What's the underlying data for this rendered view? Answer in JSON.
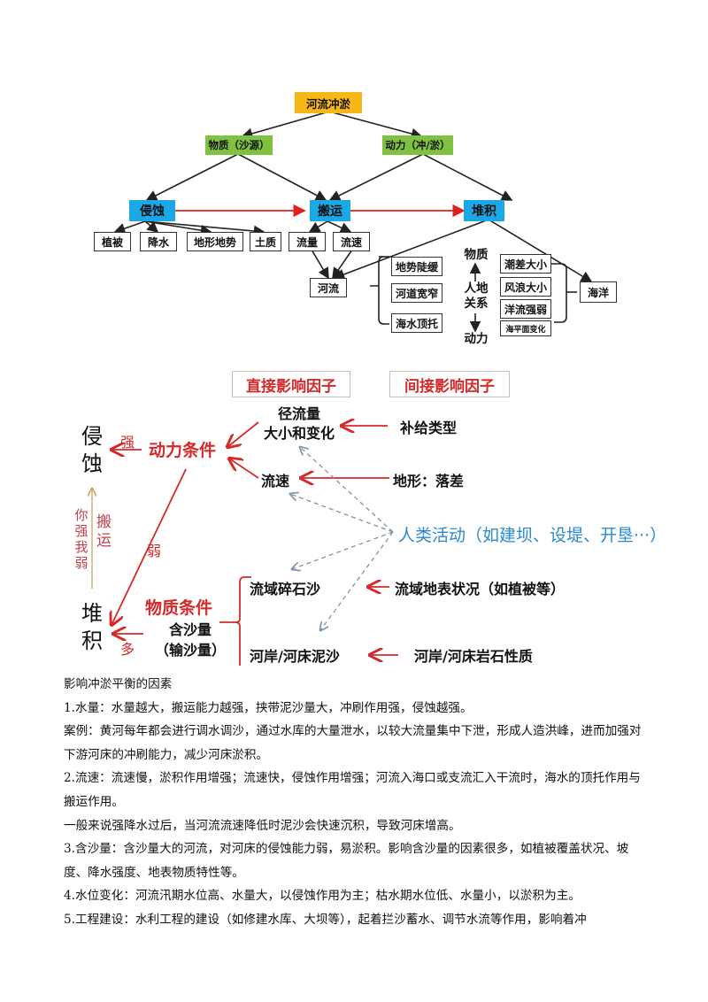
{
  "diagram1": {
    "root": "河流冲淤",
    "level2": {
      "material": "物质（沙源）",
      "dynamic": "动力（冲/淤）"
    },
    "level3": {
      "erosion": "侵蚀",
      "transport": "搬运",
      "deposition": "堆积"
    },
    "erosion_factors": [
      "植被",
      "降水",
      "地形地势",
      "土质"
    ],
    "transport_factors": [
      "流量",
      "流速"
    ],
    "river": "河流",
    "river_factors": [
      "地势陡缓",
      "河道宽窄",
      "海水顶托"
    ],
    "human_land": {
      "top": "物质",
      "center": "人地\n关系",
      "center_l1": "人地",
      "center_l2": "关系",
      "bottom": "动力"
    },
    "ocean_factors": [
      "潮差大小",
      "风浪大小",
      "洋流强弱",
      "海平面变化"
    ],
    "ocean": "海洋"
  },
  "diagram2": {
    "headers": {
      "direct": "直接影响因子",
      "indirect": "间接影响因子"
    },
    "erosion": {
      "l1": "侵",
      "l2": "蚀"
    },
    "deposition": {
      "l1": "堆",
      "l2": "积"
    },
    "strong_label": "强",
    "weak_label": "弱",
    "more_label": "多",
    "dynamic_condition": "动力条件",
    "material_condition": "物质条件",
    "vertical_left": [
      "你",
      "强",
      "我",
      "弱"
    ],
    "vertical_right": [
      "搬",
      "运"
    ],
    "direct_factors": {
      "runoff_l1": "径流量",
      "runoff_l2": "大小和变化",
      "velocity": "流速",
      "sediment_l1": "含沙量",
      "sediment_l2": "（输沙量）",
      "basin_gravel": "流域碎石沙",
      "bank_silt": "河岸/河床泥沙"
    },
    "indirect_factors": {
      "supply": "补给类型",
      "terrain": "地形：落差",
      "human": "人类活动（如建坝、设堤、开垦···）",
      "surface": "流域地表状况（如植被等）",
      "rock": "河岸/河床岩石性质"
    },
    "colors": {
      "red": "#d42a2a",
      "blue": "#2a8ad2",
      "dashed": "#7f93ad",
      "tan": "#c9a46a"
    }
  },
  "text": {
    "title": "影响冲淤平衡的因素",
    "paragraphs": [
      "1.水量：水量越大，搬运能力越强，挟带泥沙量大，冲刷作用强，侵蚀越强。",
      "案例：黄河每年都会进行调水调沙，通过水库的大量泄水，以较大流量集中下泄，形成人造洪峰，进而加强对下游河床的冲刷能力，减少河床淤积。",
      "2.流速：流速慢，淤积作用增强；流速快，侵蚀作用增强；河流入海口或支流汇入干流时，海水的顶托作用与搬运作用。",
      "一般来说强降水过后，当河流流速降低时泥沙会快速沉积，导致河床增高。",
      "3.含沙量：含沙量大的河流，对河床的侵蚀能力弱，易淤积。影响含沙量的因素很多，如植被覆盖状况、坡度、降水强度、地表物质特性等。",
      "4.水位变化：河流汛期水位高、水量大，以侵蚀作用为主；枯水期水位低、水量小，以淤积为主。",
      "5.工程建设：水利工程的建设（如修建水库、大坝等），起着拦沙蓄水、调节水流等作用，影响着冲"
    ]
  }
}
